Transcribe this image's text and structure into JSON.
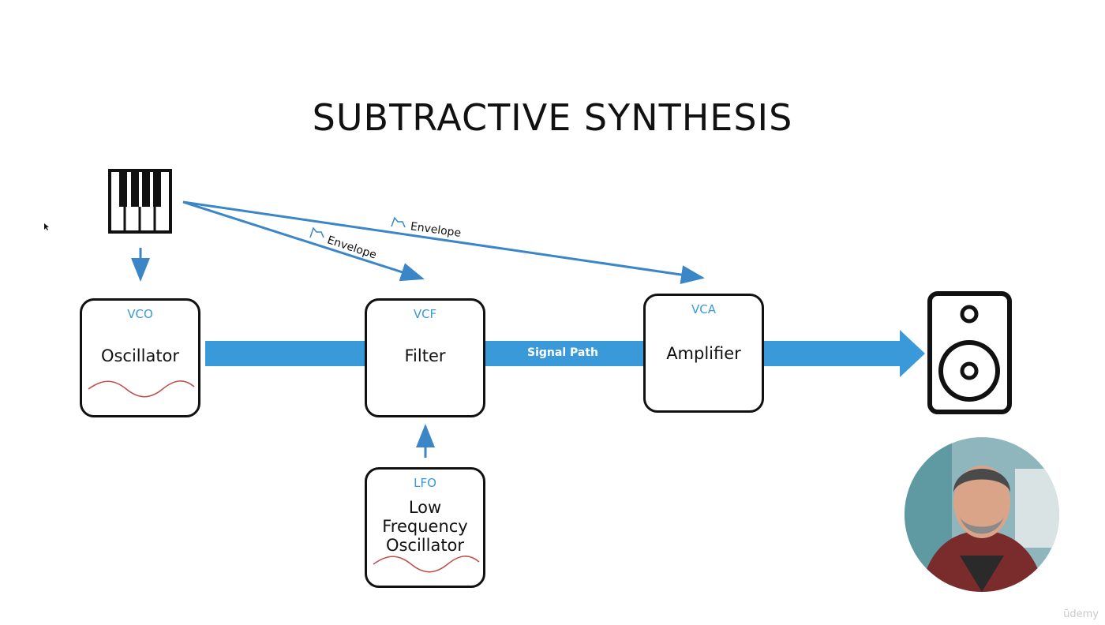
{
  "title": "SUBTRACTIVE SYNTHESIS",
  "nodes": {
    "vco": {
      "tag": "VCO",
      "name": "Oscillator"
    },
    "vcf": {
      "tag": "VCF",
      "name": "Filter"
    },
    "vca": {
      "tag": "VCA",
      "name": "Amplifier"
    },
    "lfo": {
      "tag": "LFO",
      "name_lines": [
        "Low",
        "Frequency",
        "Oscillator"
      ]
    }
  },
  "labels": {
    "signal_path": "Signal Path",
    "envelope_filter": "Envelope",
    "envelope_amp": "Envelope"
  },
  "icons": [
    "keyboard-icon",
    "speaker-icon",
    "envelope-icon",
    "waveform-icon",
    "cursor-icon"
  ],
  "watermark": "ūdemy",
  "colors": {
    "accent": "#3a9ad9",
    "signal": "#3a9ad9",
    "wave": "#c0504d",
    "stroke": "#111111"
  }
}
